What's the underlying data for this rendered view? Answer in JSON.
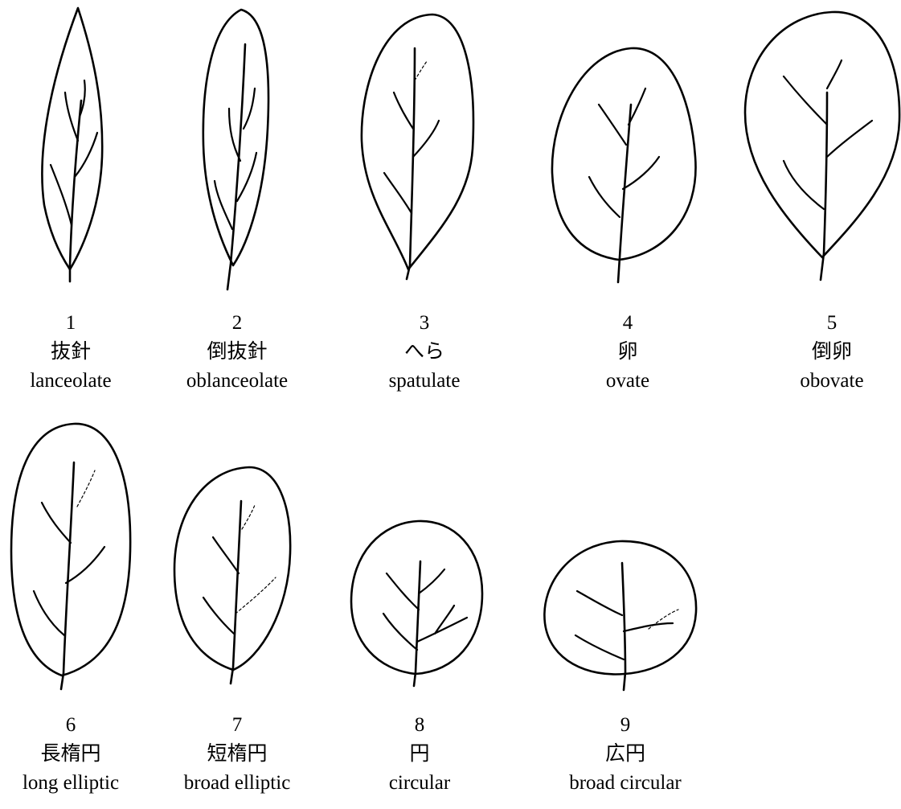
{
  "leaves": [
    {
      "number": "1",
      "japanese": "抜針",
      "english": "lanceolate",
      "icon": "lanceolate-leaf-icon"
    },
    {
      "number": "2",
      "japanese": "倒抜針",
      "english": "oblanceolate",
      "icon": "oblanceolate-leaf-icon"
    },
    {
      "number": "3",
      "japanese": "へら",
      "english": "spatulate",
      "icon": "spatulate-leaf-icon"
    },
    {
      "number": "4",
      "japanese": "卵",
      "english": "ovate",
      "icon": "ovate-leaf-icon"
    },
    {
      "number": "5",
      "japanese": "倒卵",
      "english": "obovate",
      "icon": "obovate-leaf-icon"
    },
    {
      "number": "6",
      "japanese": "長楕円",
      "english": "long elliptic",
      "icon": "long-elliptic-leaf-icon"
    },
    {
      "number": "7",
      "japanese": "短楕円",
      "english": "broad elliptic",
      "icon": "broad-elliptic-leaf-icon"
    },
    {
      "number": "8",
      "japanese": "円",
      "english": "circular",
      "icon": "circular-leaf-icon"
    },
    {
      "number": "9",
      "japanese": "広円",
      "english": "broad circular",
      "icon": "broad-circular-leaf-icon"
    }
  ]
}
